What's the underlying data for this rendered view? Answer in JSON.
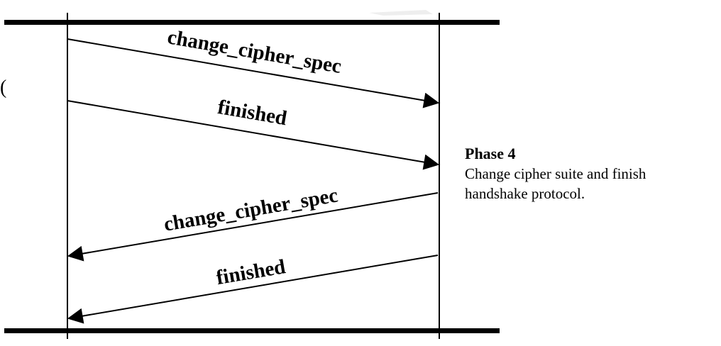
{
  "colors": {
    "line": "#000000",
    "background": "#ffffff"
  },
  "messages": [
    {
      "label": "change_cipher_spec",
      "direction": "left-to-right"
    },
    {
      "label": "finished",
      "direction": "left-to-right"
    },
    {
      "label": "change_cipher_spec",
      "direction": "right-to-left"
    },
    {
      "label": "finished",
      "direction": "right-to-left"
    }
  ],
  "phase": {
    "title": "Phase 4",
    "description_lines": [
      "Change cipher suite and finish",
      "handshake protocol."
    ]
  },
  "stray_mark": "("
}
